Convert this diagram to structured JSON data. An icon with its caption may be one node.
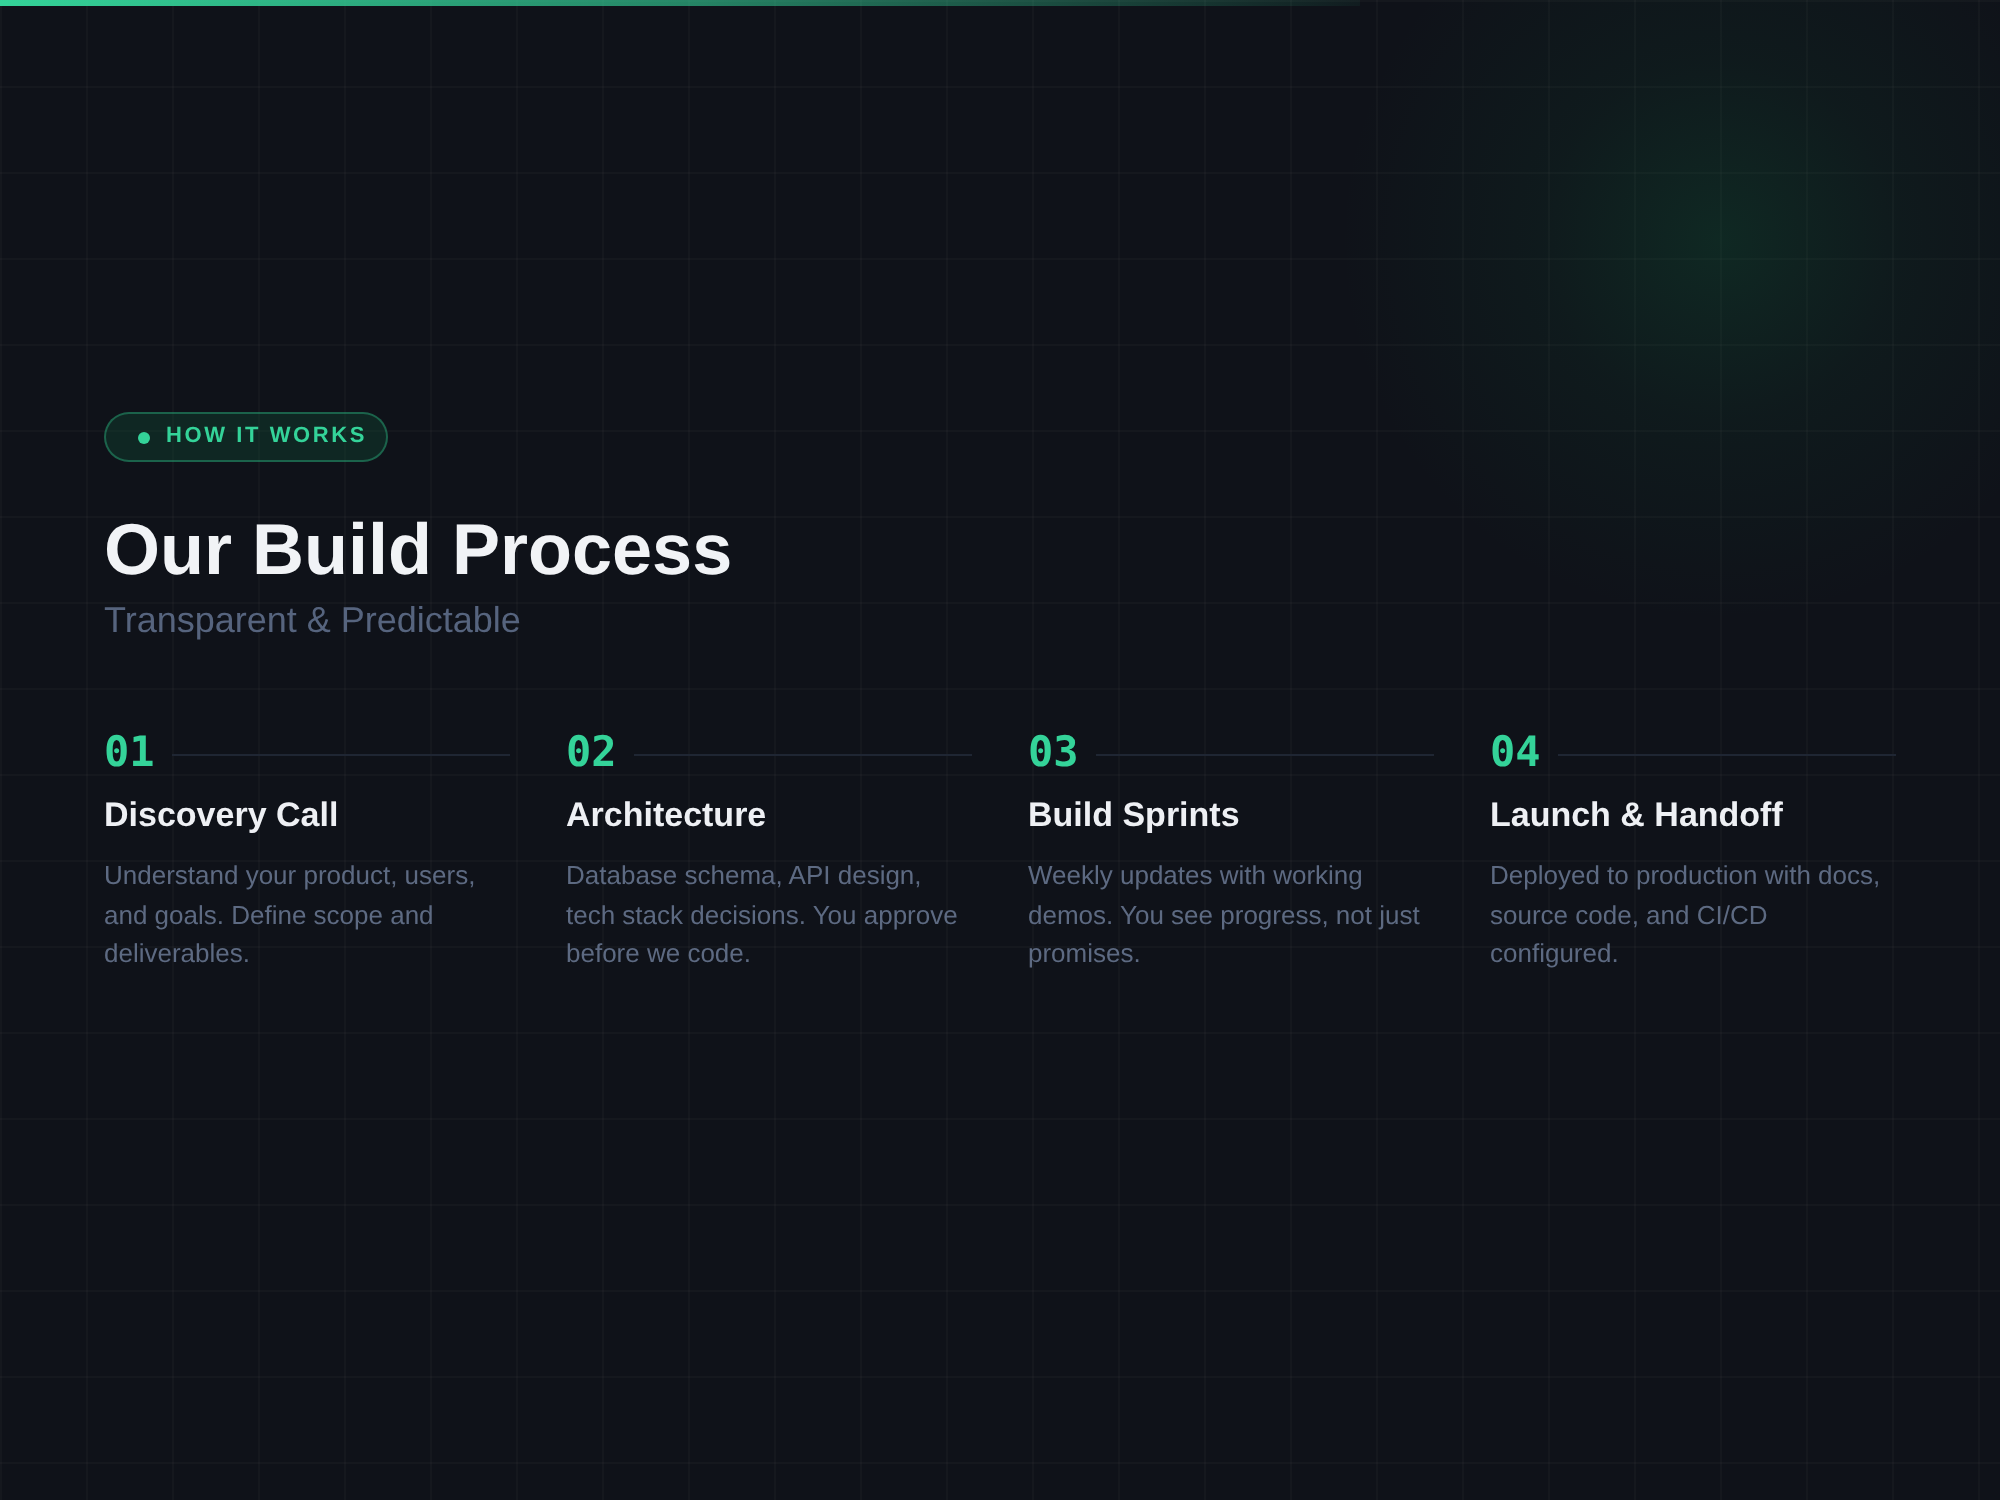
{
  "diagram": {
    "title": "Our Build Process",
    "nodes": [
      {
        "text": [
          "HOW IT WORKS"
        ]
      }
    ],
    "labels": [
      "Transparent & Predictable",
      "01",
      "Discovery Call",
      "Understand your product, users, and goals. Define scope and deliverables.",
      "02",
      "Architecture",
      "Database schema, API design, tech stack decisions. You approve before we code.",
      "03",
      "Build Sprints",
      "Weekly updates with working demos. You see progress, not just promises.",
      "04",
      "Launch & Handoff",
      "Deployed to production with docs, source code, and CI/CD configured."
    ]
  }
}
